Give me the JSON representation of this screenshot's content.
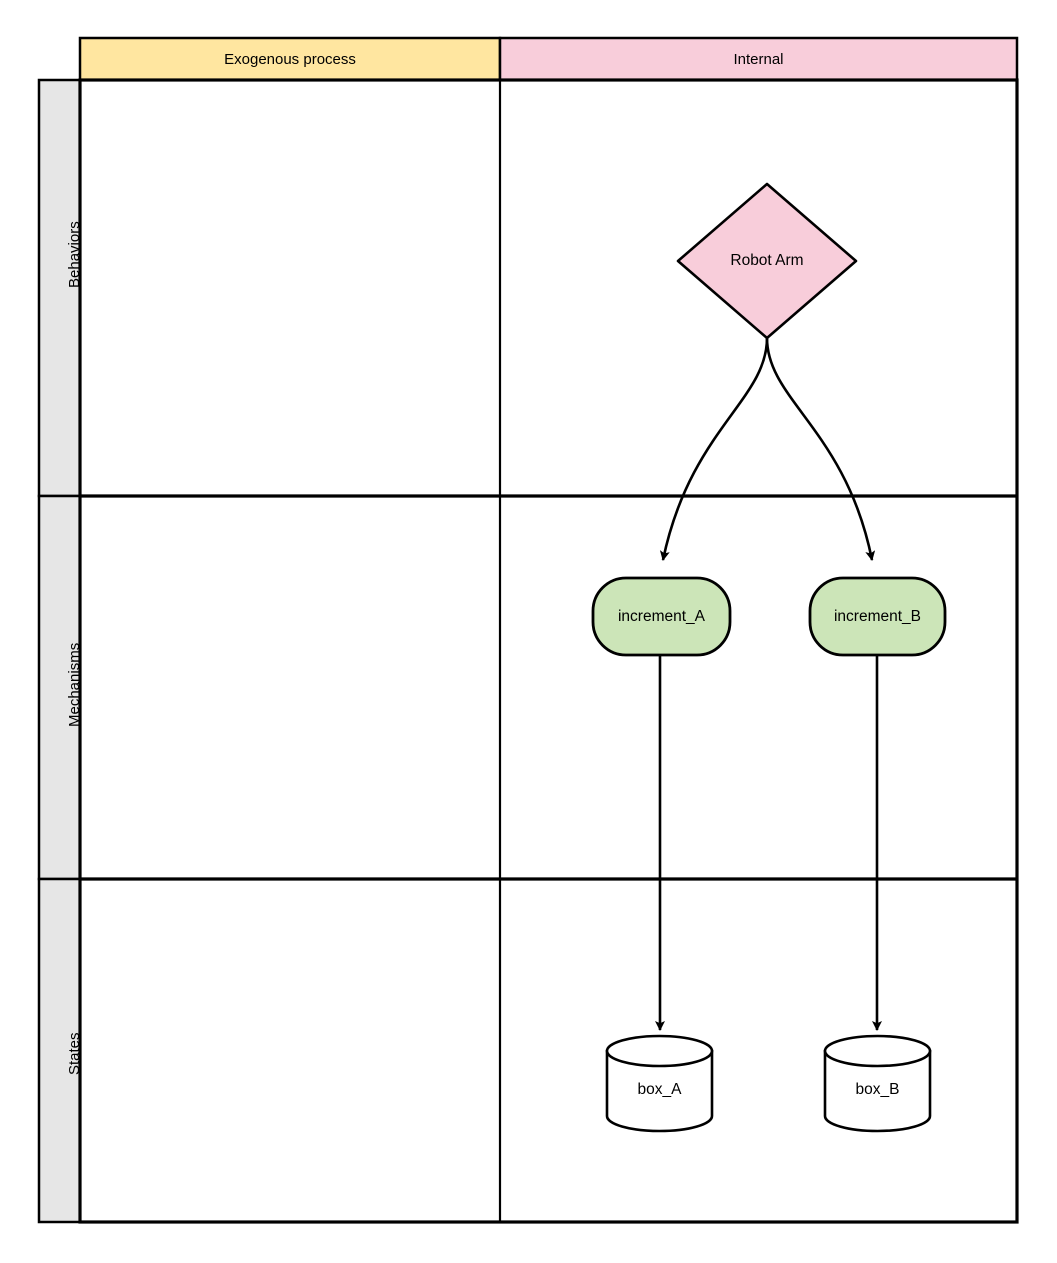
{
  "diagram": {
    "type": "swimlane-pool",
    "background": "#ffffff",
    "border_color": "#000000",
    "columns": [
      {
        "id": "exogenous",
        "label": "Exogenous process",
        "fill": "#ffe6a0"
      },
      {
        "id": "internal",
        "label": "Internal",
        "fill": "#f8cdda"
      }
    ],
    "rows": [
      {
        "id": "behaviors",
        "label": "Behaviors",
        "fill": "#e6e6e6"
      },
      {
        "id": "mechanisms",
        "label": "Mechanisms",
        "fill": "#e6e6e6"
      },
      {
        "id": "states",
        "label": "States",
        "fill": "#e6e6e6"
      }
    ],
    "nodes": [
      {
        "id": "robot-arm",
        "label": "Robot Arm",
        "shape": "diamond",
        "fill": "#f8cdda",
        "stroke": "#000000",
        "row": "behaviors",
        "column": "internal"
      },
      {
        "id": "increment-a",
        "label": "increment_A",
        "shape": "rounded-rect",
        "fill": "#cce5b8",
        "stroke": "#000000",
        "row": "mechanisms",
        "column": "internal"
      },
      {
        "id": "increment-b",
        "label": "increment_B",
        "shape": "rounded-rect",
        "fill": "#cce5b8",
        "stroke": "#000000",
        "row": "mechanisms",
        "column": "internal"
      },
      {
        "id": "box-a",
        "label": "box_A",
        "shape": "cylinder",
        "fill": "#ffffff",
        "stroke": "#000000",
        "row": "states",
        "column": "internal"
      },
      {
        "id": "box-b",
        "label": "box_B",
        "shape": "cylinder",
        "fill": "#ffffff",
        "stroke": "#000000",
        "row": "states",
        "column": "internal"
      }
    ],
    "edges": [
      {
        "id": "robot-arm-to-increment-a",
        "from": "robot-arm",
        "to": "increment-a",
        "style": "curved",
        "arrow": "filled-triangle"
      },
      {
        "id": "robot-arm-to-increment-b",
        "from": "robot-arm",
        "to": "increment-b",
        "style": "curved",
        "arrow": "filled-triangle"
      },
      {
        "id": "increment-a-to-box-a",
        "from": "increment-a",
        "to": "box-a",
        "style": "straight",
        "arrow": "filled-triangle"
      },
      {
        "id": "increment-b-to-box-b",
        "from": "increment-b",
        "to": "box-b",
        "style": "straight",
        "arrow": "filled-triangle"
      }
    ]
  }
}
